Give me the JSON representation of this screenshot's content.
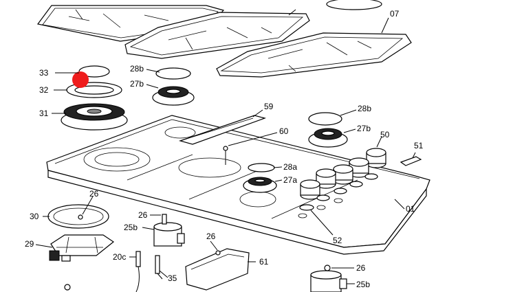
{
  "diagram": {
    "marker_color": "#ee1c1c",
    "labels": {
      "l33": "33",
      "l32": "32",
      "l31": "31",
      "l28b_top": "28b",
      "l27b_top": "27b",
      "l07": "07",
      "l59": "59",
      "l28b_right": "28b",
      "l27b_right": "27b",
      "l60": "60",
      "l50": "50",
      "l51": "51",
      "l28a": "28a",
      "l27a": "27a",
      "l01": "01",
      "l52": "52",
      "l26_a": "26",
      "l30": "30",
      "l29": "29",
      "l26_b": "26",
      "l25b_a": "25b",
      "l26_c": "26",
      "l20c": "20c",
      "l35": "35",
      "l61": "61",
      "l26_d": "26",
      "l25b_b": "25b"
    }
  }
}
